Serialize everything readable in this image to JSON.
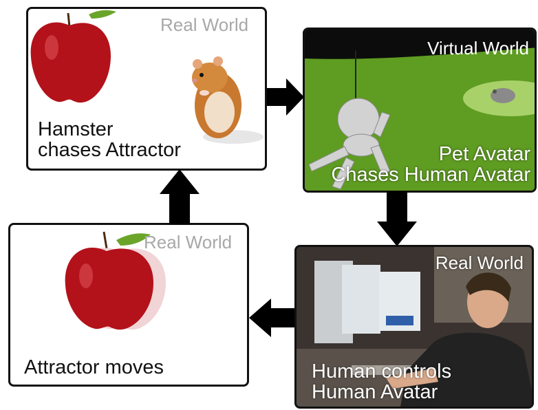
{
  "panels": {
    "top_left": {
      "tag": "Real World",
      "caption_l1": "Hamster",
      "caption_l2": "chases Attractor"
    },
    "top_right": {
      "tag": "Virtual World",
      "caption_l1": "Pet Avatar",
      "caption_l2": "Chases Human Avatar"
    },
    "bottom_right": {
      "tag": "Real World",
      "caption_l1": "Human controls",
      "caption_l2": "Human Avatar"
    },
    "bottom_left": {
      "tag": "Real World",
      "caption": "Attractor moves"
    }
  },
  "colors": {
    "border": "#111111",
    "tag_gray": "#a8a8a8",
    "virtual_green": "#5f9c22",
    "apple_red": "#b3121a"
  }
}
